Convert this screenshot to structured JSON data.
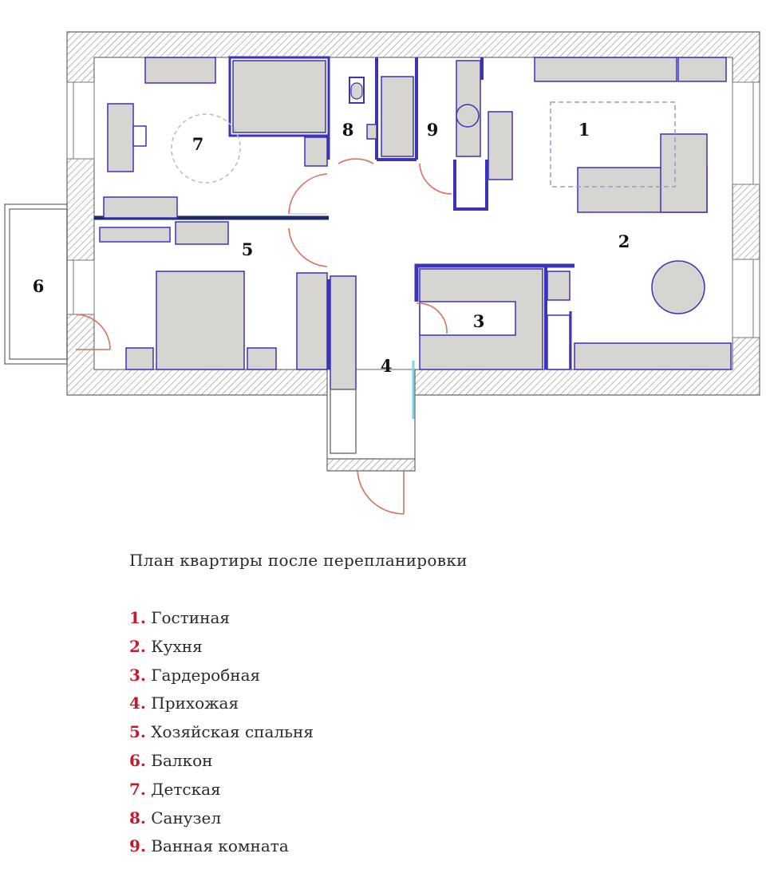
{
  "colors": {
    "wall_hatch": "#8a8a8a",
    "accent_wall": "#3b33b8",
    "furniture": "#d7d5d2",
    "door_arc": "#d9705c",
    "glass": "#7fd3e8",
    "legend_number": "#c8192c"
  },
  "plan_labels": [
    {
      "num": "1"
    },
    {
      "num": "2"
    },
    {
      "num": "3"
    },
    {
      "num": "4"
    },
    {
      "num": "5"
    },
    {
      "num": "6"
    },
    {
      "num": "7"
    },
    {
      "num": "8"
    },
    {
      "num": "9"
    }
  ],
  "caption": "План квартиры после перепланировки",
  "legend": [
    {
      "num": "1.",
      "label": "Гостиная"
    },
    {
      "num": "2.",
      "label": "Кухня"
    },
    {
      "num": "3.",
      "label": "Гардеробная"
    },
    {
      "num": "4.",
      "label": "Прихожая"
    },
    {
      "num": "5.",
      "label": "Хозяйская спальня"
    },
    {
      "num": "6.",
      "label": "Балкон"
    },
    {
      "num": "7.",
      "label": "Детская"
    },
    {
      "num": "8.",
      "label": "Санузел"
    },
    {
      "num": "9.",
      "label": "Ванная комната"
    }
  ]
}
